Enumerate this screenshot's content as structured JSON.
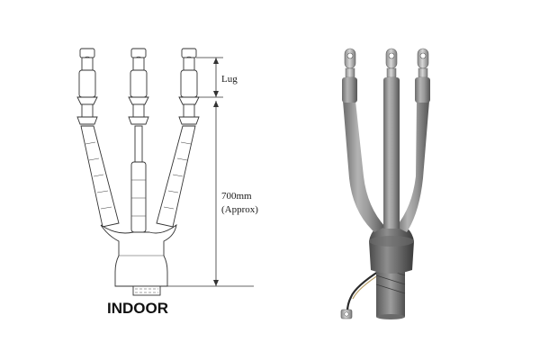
{
  "labels": {
    "lug": "Lug",
    "length": "700mm",
    "length_note": "(Approx)",
    "caption": "INDOOR"
  },
  "colors": {
    "line": "#333333",
    "sleeve_light": "#9a9a9a",
    "sleeve_dark": "#5e5e5e",
    "lug_metal": "#b5b5b5",
    "breakout_dark": "#3c3c3c"
  }
}
